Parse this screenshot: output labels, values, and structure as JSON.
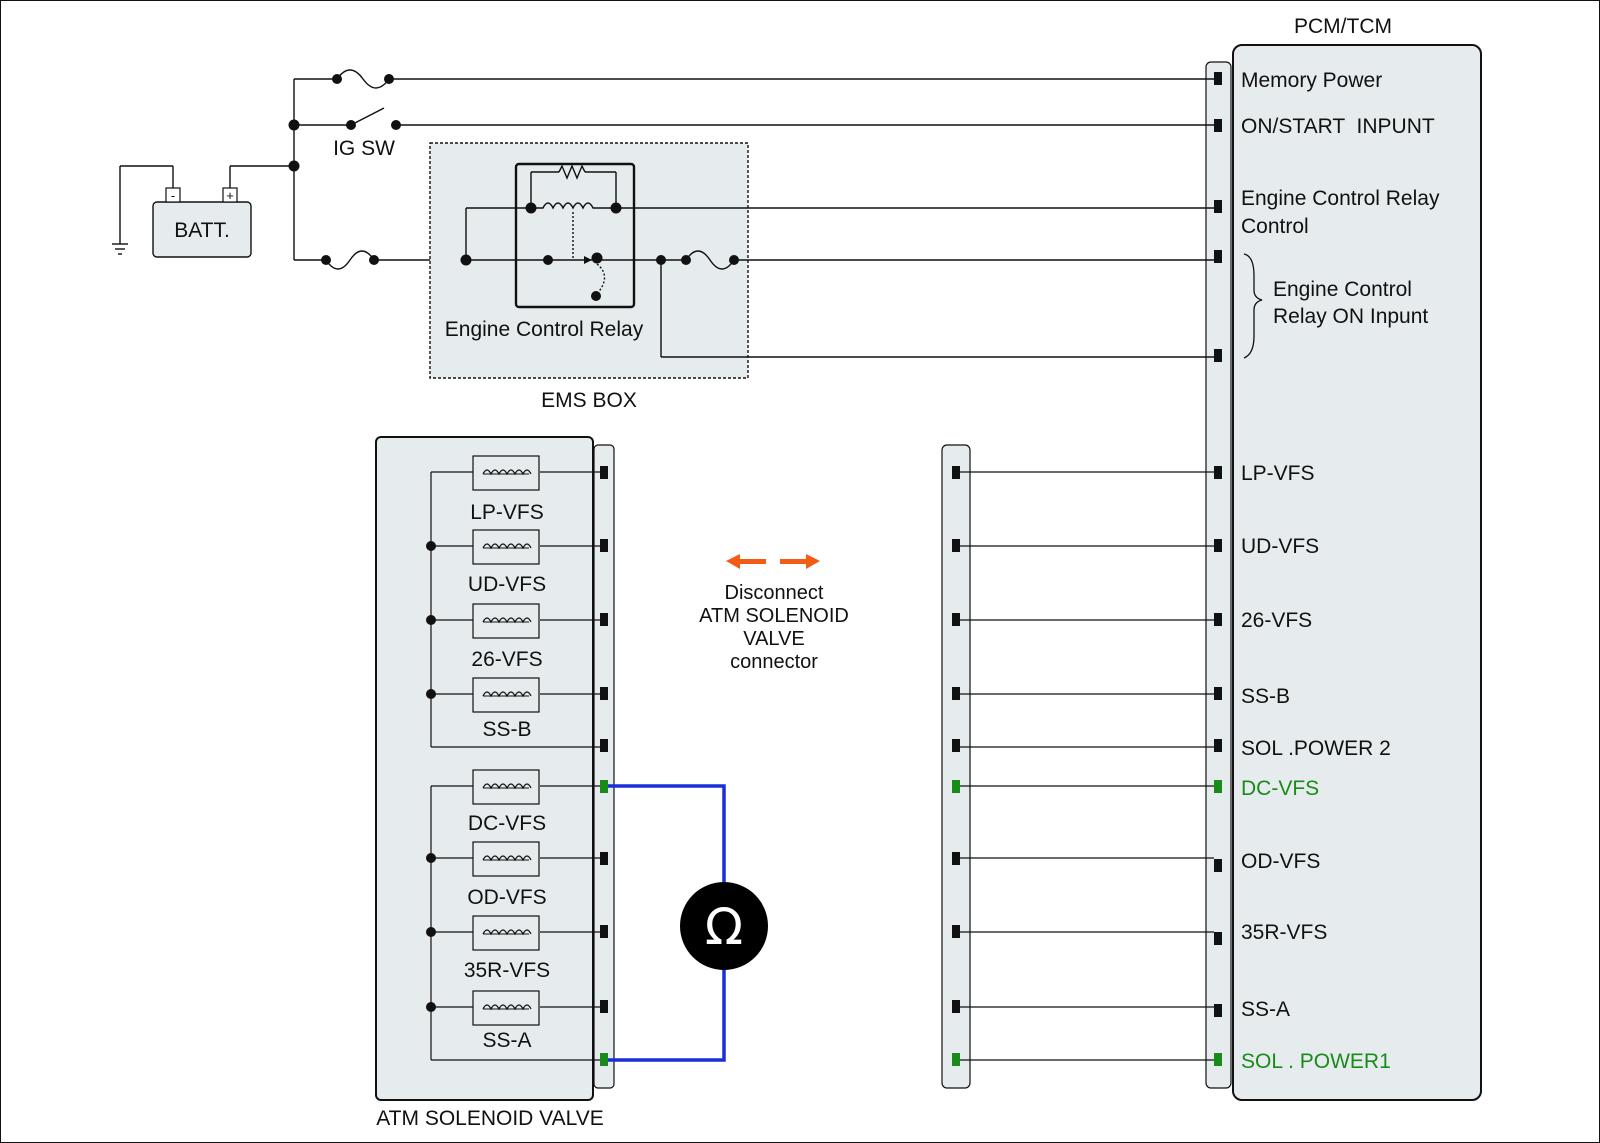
{
  "title": "PCM/TCM",
  "colors": {
    "panel_fill": "#e6eced",
    "wire": "#111111",
    "probe_wire": "#1a2fd8",
    "highlight_text": "#1a8a1a",
    "highlight_pin": "#1a8a1a",
    "arrow": "#f25c14",
    "meter_fill": "#000000"
  },
  "power": {
    "battery_label": "BATT.",
    "battery_neg": "-",
    "battery_pos": "+",
    "ig_switch_label": "IG SW"
  },
  "ems_box": {
    "label": "EMS BOX",
    "relay_label": "Engine Control Relay"
  },
  "pcm_pins": {
    "memory_power": "Memory Power",
    "on_start": "ON/START  INPUNT",
    "relay_control_1": "Engine Control Relay",
    "relay_control_2": "Control",
    "relay_on_1": "Engine Control",
    "relay_on_2": "Relay ON Inpunt",
    "lp_vfs": "LP-VFS",
    "ud_vfs": "UD-VFS",
    "vfs_26": "26-VFS",
    "ss_b": "SS-B",
    "sol_power_2": "SOL .POWER 2",
    "dc_vfs": "DC-VFS",
    "od_vfs": "OD-VFS",
    "vfs_35r": "35R-VFS",
    "ss_a": "SS-A",
    "sol_power_1": "SOL . POWER1"
  },
  "solenoid_valve": {
    "label": "ATM SOLENOID VALVE",
    "solenoids": {
      "lp_vfs": "LP-VFS",
      "ud_vfs": "UD-VFS",
      "vfs_26": "26-VFS",
      "ss_b": "SS-B",
      "dc_vfs": "DC-VFS",
      "od_vfs": "OD-VFS",
      "vfs_35r": "35R-VFS",
      "ss_a": "SS-A"
    }
  },
  "instruction": {
    "line1": "Disconnect",
    "line2": "ATM SOLENOID",
    "line3": "VALVE",
    "line4": "connector"
  },
  "meter": {
    "symbol": "Ω",
    "icon": "ohmmeter-icon"
  }
}
